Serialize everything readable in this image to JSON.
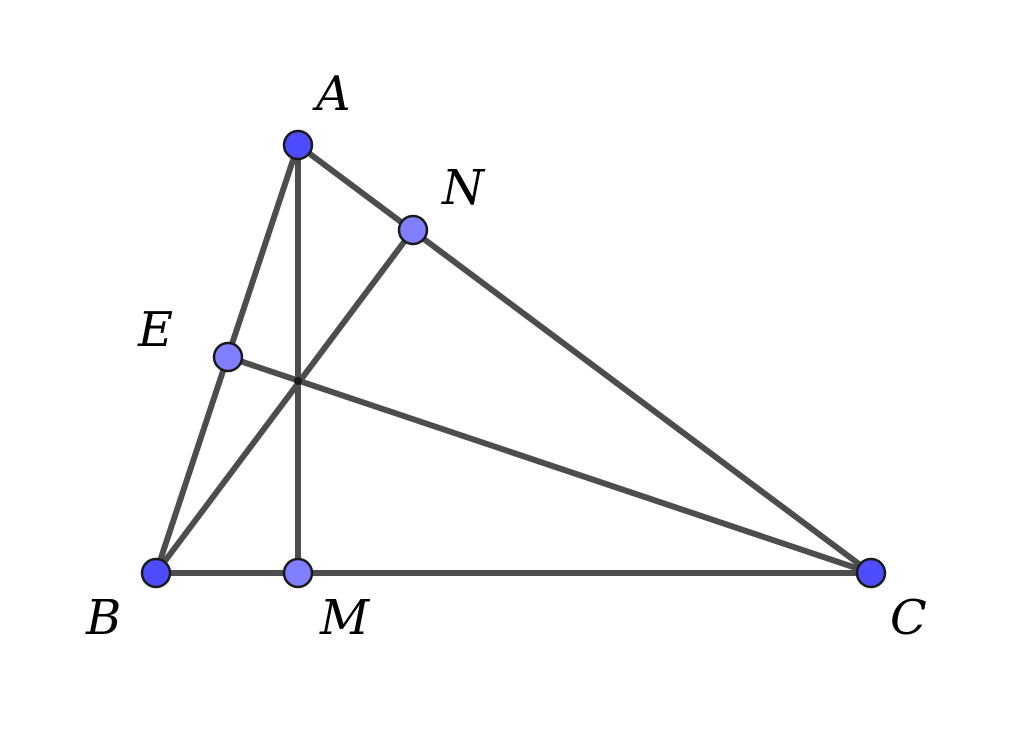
{
  "diagram": {
    "points": [
      {
        "id": "A",
        "label": "A",
        "kind": "free"
      },
      {
        "id": "B",
        "label": "B",
        "kind": "free"
      },
      {
        "id": "C",
        "label": "C",
        "kind": "free"
      },
      {
        "id": "N",
        "label": "N",
        "kind": "dependent"
      },
      {
        "id": "E",
        "label": "E",
        "kind": "dependent"
      },
      {
        "id": "M",
        "label": "M",
        "kind": "dependent"
      },
      {
        "id": "H",
        "label": "",
        "kind": "intersection"
      }
    ],
    "segments": [
      [
        "A",
        "B"
      ],
      [
        "A",
        "C"
      ],
      [
        "B",
        "C"
      ],
      [
        "A",
        "M"
      ],
      [
        "B",
        "N"
      ],
      [
        "C",
        "E"
      ]
    ],
    "colors": {
      "line": "#4d4d4d",
      "free_point": "#4d4dff",
      "dependent_point": "#7f7fff",
      "outline": "#1a1a1a"
    }
  }
}
